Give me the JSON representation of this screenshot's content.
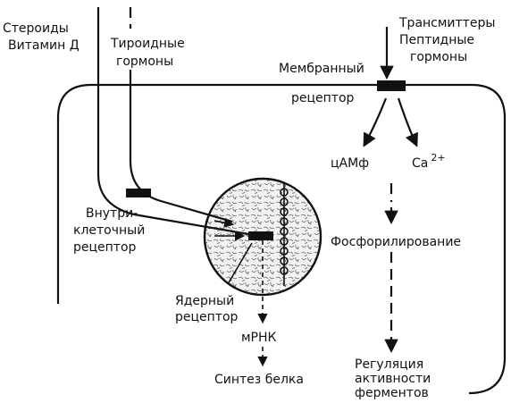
{
  "labels": {
    "steroids": "Стероиды",
    "vitamin_d": "Витамин Д",
    "thyroid_1": "Тироидные",
    "thyroid_2": "гормоны",
    "transmitters": "Трансмиттеры",
    "peptide_1": "Пептидные",
    "peptide_2": "гормоны",
    "membrane_1": "Мембранный",
    "membrane_2": "рецептор",
    "camp": "цАМф",
    "ca": "Ca",
    "ca_sup": "2+",
    "intra_1": "Внутри-",
    "intra_2": "клеточный",
    "intra_3": "рецептор",
    "phosph": "Фосфорилирование",
    "nuclear_1": "Ядерный",
    "nuclear_2": "рецептор",
    "mrna": "мРНК",
    "protein": "Синтез белка",
    "reg_1": "Регуляция",
    "reg_2": "активности",
    "reg_3": "ферментов"
  }
}
